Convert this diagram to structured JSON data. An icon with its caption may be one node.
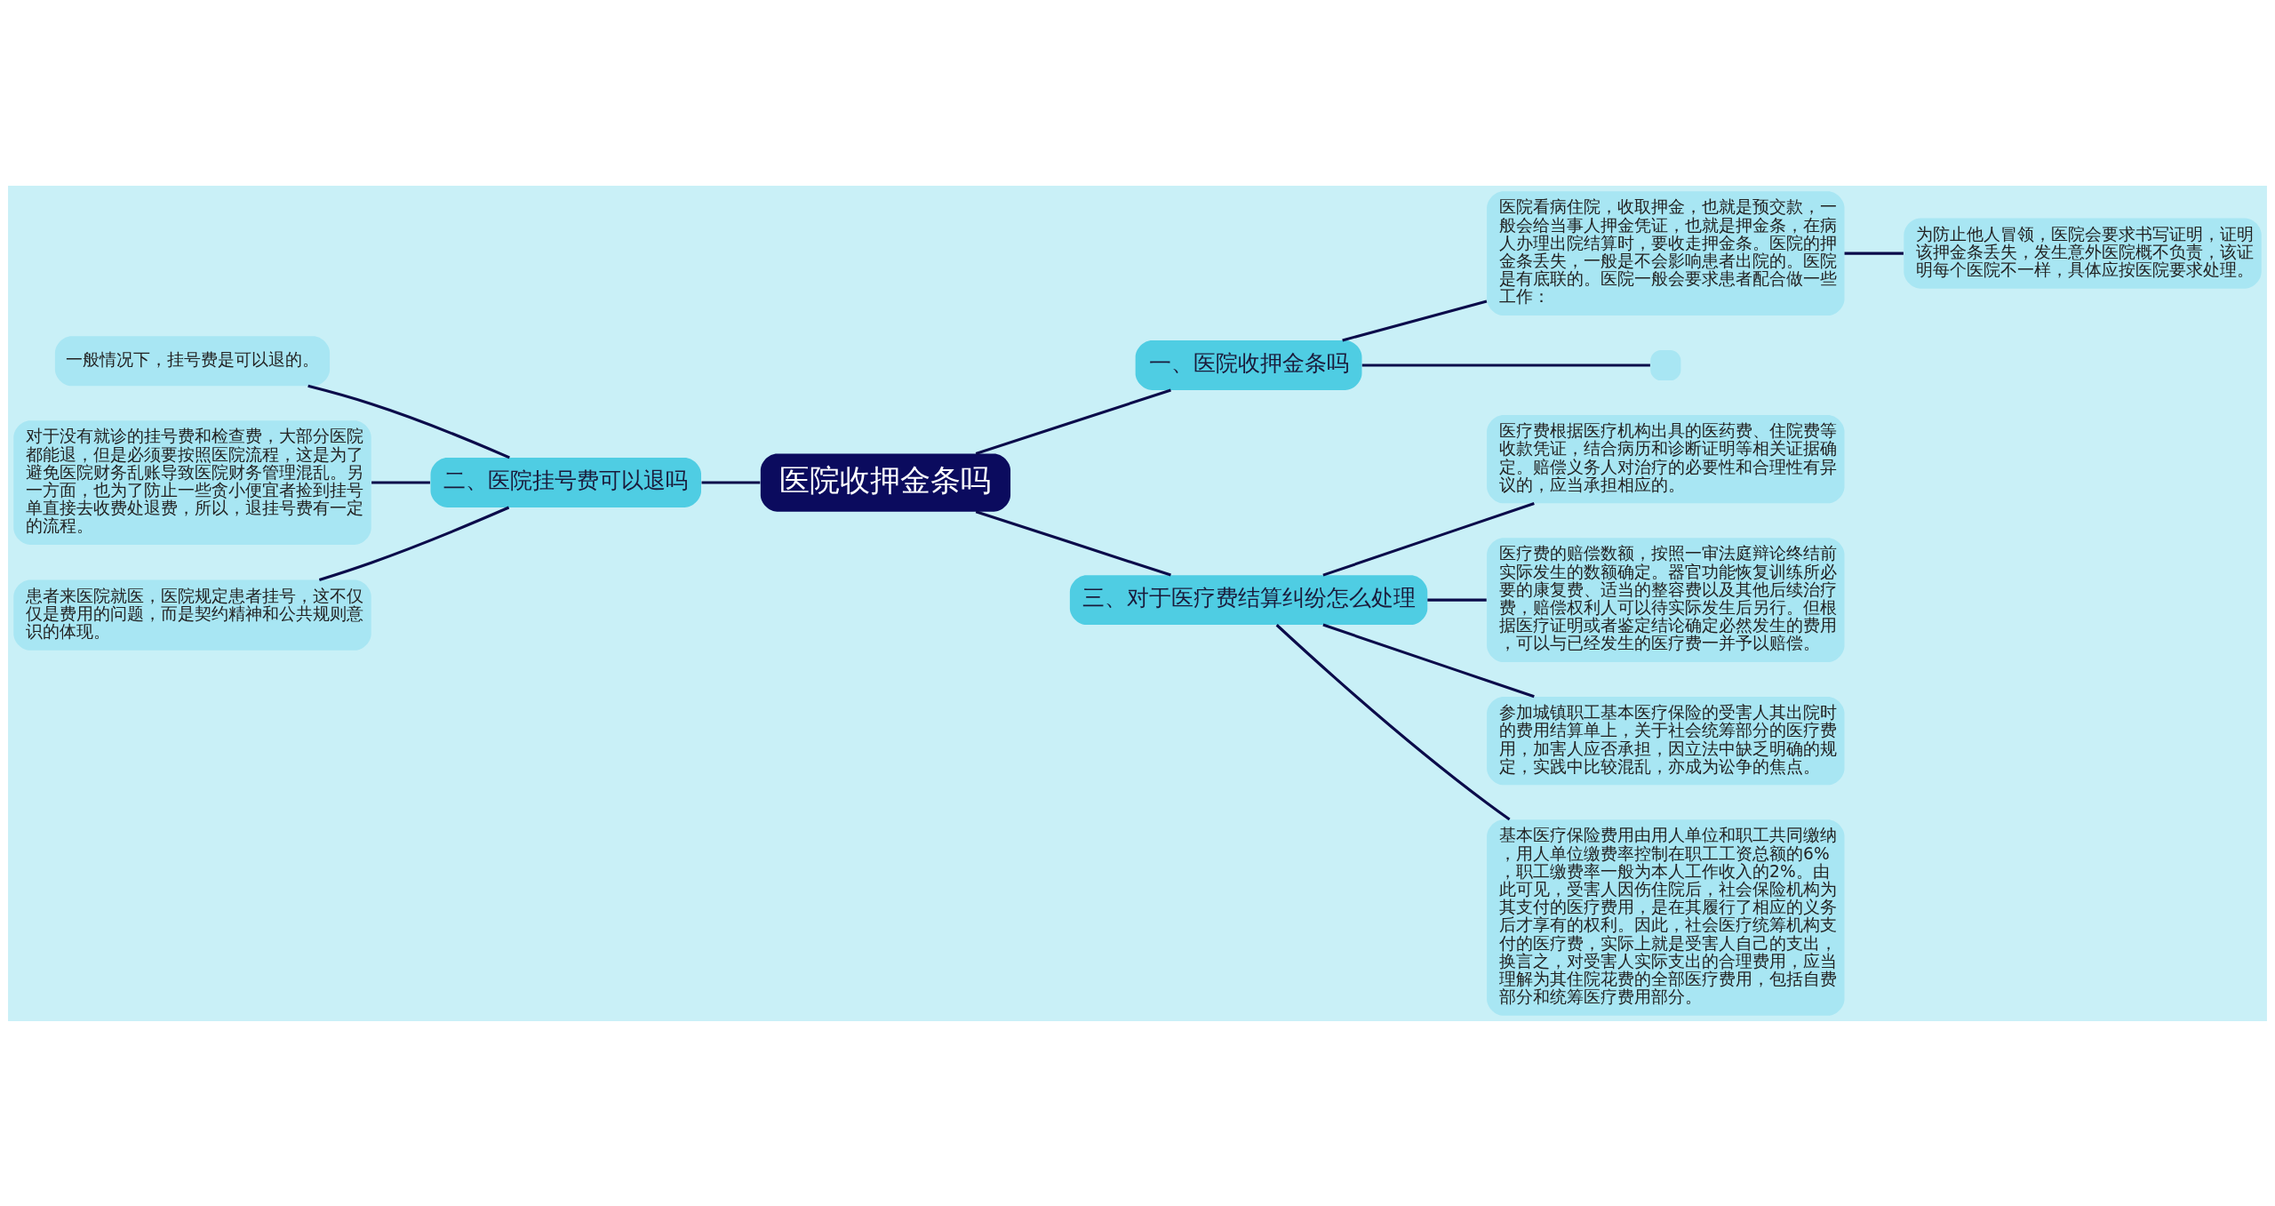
{
  "diagram": {
    "nodes": [
      {
        "text": [
          "医院收押金条吗"
        ]
      },
      {
        "text": [
          "一、医院收押金条吗"
        ]
      },
      {
        "text": [
          "医院看病住院，收取押金，也就是预交款，一般会给当事人押金凭证，也就是押金条，在病人办理出院结算时，要收走押金条。医院的押金条丢失，一般是不会影响患者出院的。医院是有底联的。医院一般会要求患者配合做一些工作："
        ]
      },
      {
        "text": [
          "为防止他人冒领，医院会要求书写证明，证明该押金条丢失，发生意外医院概不负责，该证明每个医院不一样，具体应按医院要求处理。"
        ]
      },
      {
        "text": [],
        "shape": "box"
      },
      {
        "text": [
          "二、医院挂号费可以退吗"
        ]
      },
      {
        "text": [
          "一般情况下，挂号费是可以退的。"
        ]
      },
      {
        "text": [
          "对于没有就诊的挂号费和检查费，大部分医院都能退，但是必须要按照医院流程，这是为了避免医院财务乱账导致医院财务管理混乱。另一方面，也为了防止一些贪小便宜者捡到挂号单直接去收费处退费，所以，退挂号费有一定的流程。"
        ]
      },
      {
        "text": [
          "患者来医院就医，医院规定患者挂号，这不仅仅是费用的问题，而是契约精神和公共规则意识的体现。"
        ]
      },
      {
        "text": [
          "三、对于医疗费结算纠纷怎么处理"
        ]
      },
      {
        "text": [
          "医疗费根据医疗机构出具的医药费、住院费等收款凭证，结合病历和诊断证明等相关证据确定。赔偿义务人对治疗的必要性和合理性有异议的，应当承担相应的。"
        ]
      },
      {
        "text": [
          "医疗费的赔偿数额，按照一审法庭辩论终结前实际发生的数额确定。器官功能恢复训练所必要的康复费、适当的整容费以及其他后续治疗费，赔偿权利人可以待实际发生后另行。但根据医疗证明或者鉴定结论确定必然发生的费用，可以与已经发生的医疗费一并予以赔偿。"
        ]
      },
      {
        "text": [
          "参加城镇职工基本医疗保险的受害人其出院时的费用结算单上，关于社会统筹部分的医疗费用，加害人应否承担，因立法中缺乏明确的规定，实践中比较混乱，亦成为讼争的焦点。"
        ]
      },
      {
        "text": [
          "基本医疗保险费用由用人单位和职工共同缴纳，用人单位缴费率控制在职工工资总额的6%，职工缴费率一般为本人工作收入的2%。由此可见，受害人因伤住院后，社会保险机构为其支付的医疗费用，是在其履行了相应的义务后才享有的权利。因此，社会医疗统筹机构支付的医疗费，实际上就是受害人自己的支出，换言之，对受害人实际支出的合理费用，应当理解为其住院花费的全部医疗费用，包括自费部分和统筹医疗费用部分。"
        ]
      }
    ],
    "edges": [
      {
        "from": 0,
        "to": 1,
        "arrow": "none"
      },
      {
        "from": 1,
        "to": 2,
        "arrow": "none"
      },
      {
        "from": 2,
        "to": 3,
        "arrow": "none"
      },
      {
        "from": 1,
        "to": 4,
        "arrow": "none"
      },
      {
        "from": 0,
        "to": 5,
        "arrow": "none"
      },
      {
        "from": 5,
        "to": 6,
        "arrow": "none"
      },
      {
        "from": 5,
        "to": 7,
        "arrow": "none"
      },
      {
        "from": 5,
        "to": 8,
        "arrow": "none"
      },
      {
        "from": 0,
        "to": 9,
        "arrow": "none"
      },
      {
        "from": 9,
        "to": 10,
        "arrow": "none"
      },
      {
        "from": 9,
        "to": 11,
        "arrow": "none"
      },
      {
        "from": 9,
        "to": 12,
        "arrow": "none"
      },
      {
        "from": 9,
        "to": 13,
        "arrow": "none"
      }
    ]
  }
}
